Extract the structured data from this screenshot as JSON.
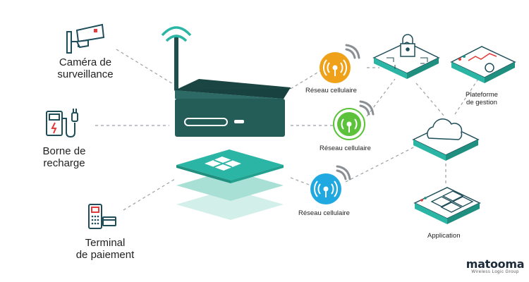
{
  "devices": {
    "camera": "Caméra de\nsurveillance",
    "charger": "Borne de\nrecharge",
    "terminal": "Terminal\nde paiement"
  },
  "networks": [
    {
      "label": "Réseau cellulaire",
      "color": "#f0a11a"
    },
    {
      "label": "Réseau cellulaire",
      "color": "#5cc23c"
    },
    {
      "label": "Réseau cellulaire",
      "color": "#1fa9e0"
    }
  ],
  "platform": {
    "label": "Plateforme\nde gestion"
  },
  "application": {
    "label": "Application"
  },
  "brand": {
    "name": "matooma",
    "tagline": "Wireless Logic Group"
  },
  "colors": {
    "teal": "#2bb5a4",
    "dark": "#1e4f4c",
    "icon": "#1f4e5a",
    "accent": "#e33b3b"
  }
}
